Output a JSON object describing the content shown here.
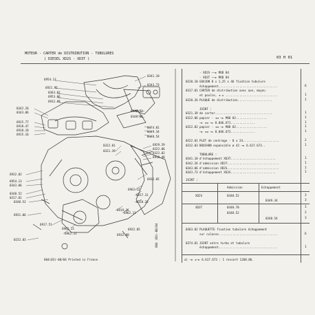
{
  "header": {
    "line1": "MOTEUR -    CARTER de DISTRIBUTION - TUBULURES",
    "line2": "( DIESEL  XD2S  -  XD3T )",
    "page_code": "03   H 01"
  },
  "diagram_labels": [
    "6954.13",
    "6921.95",
    "0363.02",
    "6953.06",
    "6932.08",
    "0342.26",
    "0343.06",
    "6915.77",
    "6918.47",
    "6918.18",
    "6915.16",
    "0341.10",
    "0343.73",
    "0348.52",
    "0348.62",
    "0374.01",
    "0349.34",
    "0348.54",
    "0322.01",
    "0321.39",
    "6929.59",
    "0322.06",
    "0322.02",
    "6918.48",
    "6932.02",
    "6954.13",
    "0343.06",
    "0348.52",
    "0317.01",
    "0348.52",
    "6932.05",
    "6962.12",
    "6917.31",
    "0320.26",
    "6962.12",
    "6919.36",
    "6931.06",
    "6917.51",
    "0232.03",
    "6962.13",
    "6962.12",
    "6932.05",
    "6932.08"
  ],
  "footer": {
    "code": "604(03)-08/84 Printed in France",
    "vertical": "604 (03)-08/84"
  },
  "parts_top": [
    {
      "ref": "",
      "text": "- XD2S ——► MOD 84",
      "qty": ""
    },
    {
      "ref": "",
      "text": "- XD3T ——► MOD 84",
      "qty": ""
    },
    {
      "ref": "0220.10",
      "text": "GOUJON 8 x 1,25 x 46 fixation tubulure",
      "qty": ""
    },
    {
      "ref": "",
      "text": "  échappement..................................",
      "qty": "6"
    },
    {
      "ref": "0317.01",
      "text": "CARTER de distribution avec axe, moyeu",
      "qty": ""
    },
    {
      "ref": "",
      "text": "  et poulie,  ◄ ★ ..............................",
      "qty": "1"
    },
    {
      "ref": "0320.26",
      "text": "PLAQUE de distribution....................",
      "qty": "1"
    },
    {
      "ref": "",
      "text": "",
      "qty": ""
    },
    {
      "ref": "",
      "text": "JOINT :",
      "qty": ""
    },
    {
      "ref": "0321.39",
      "text": "de carter.................................",
      "qty": "1"
    },
    {
      "ref": "0322.06",
      "text": "papier - ◄◄ —► MOD 82..................",
      "qty": "1"
    },
    {
      "ref": "",
      "text": "         —► ◄◄  —► 8.846.671..............",
      "qty": "1"
    },
    {
      "ref": "0322.02",
      "text": "papier - ◄◄ —► MOD 82..................",
      "qty": "1"
    },
    {
      "ref": "",
      "text": "         —► ◄◄  —► 8.846.672..............",
      "qty": "1"
    },
    {
      "ref": "",
      "text": "",
      "qty": ""
    },
    {
      "ref": "0322.01",
      "text": "PLOT de centrage - 8 x 24.....................",
      "qty": "2"
    },
    {
      "ref": "0232.03",
      "text": "BOUCHON expansible ø 42  —► 6.617.673..",
      "qty": "1"
    },
    {
      "ref": "",
      "text": "",
      "qty": ""
    },
    {
      "ref": "",
      "text": "TUBULURE :",
      "qty": ""
    },
    {
      "ref": "0341.10",
      "text": "d'échappement XD3T..........................",
      "qty": "1"
    },
    {
      "ref": "0342.26",
      "text": "d'admission XD3T..............................",
      "qty": "1"
    },
    {
      "ref": "0343.06",
      "text": "d'admission XD2S..............................",
      "qty": "1"
    },
    {
      "ref": "0343.73",
      "text": "d'échappement XD2S..........................",
      "qty": "1"
    }
  ],
  "joint_table": {
    "title": "JOINT :",
    "col_admission": "Admission",
    "col_echappement": "Echappement",
    "rows": [
      {
        "model": "XD2S",
        "admission": "0348.52",
        "echappement": "",
        "qty": "3"
      },
      {
        "model": "",
        "admission": "",
        "echappement": "0349.34",
        "qty": "3"
      },
      {
        "model": "XD3T",
        "admission": "0348.70",
        "echappement": "",
        "qty": "1"
      },
      {
        "model": "",
        "admission": "0348.52",
        "echappement": "",
        "qty": "2"
      },
      {
        "model": "",
        "admission": "",
        "echappement": "0348.54",
        "qty": "3"
      }
    ]
  },
  "parts_bottom": [
    {
      "ref": "0363.02",
      "text": "PLAQUETTE fixation tubulure échappement",
      "qty": ""
    },
    {
      "ref": "",
      "text": "  sur culasse..................................",
      "qty": "6"
    },
    {
      "ref": "",
      "text": "",
      "qty": ""
    },
    {
      "ref": "0374.01",
      "text": "JOINT entre turbo et tubulure",
      "qty": ""
    },
    {
      "ref": "",
      "text": "  échappement..................................",
      "qty": "1"
    }
  ],
  "footnote": "a) —► ★—► 6.617.673 : 1 ressort 1268.06."
}
